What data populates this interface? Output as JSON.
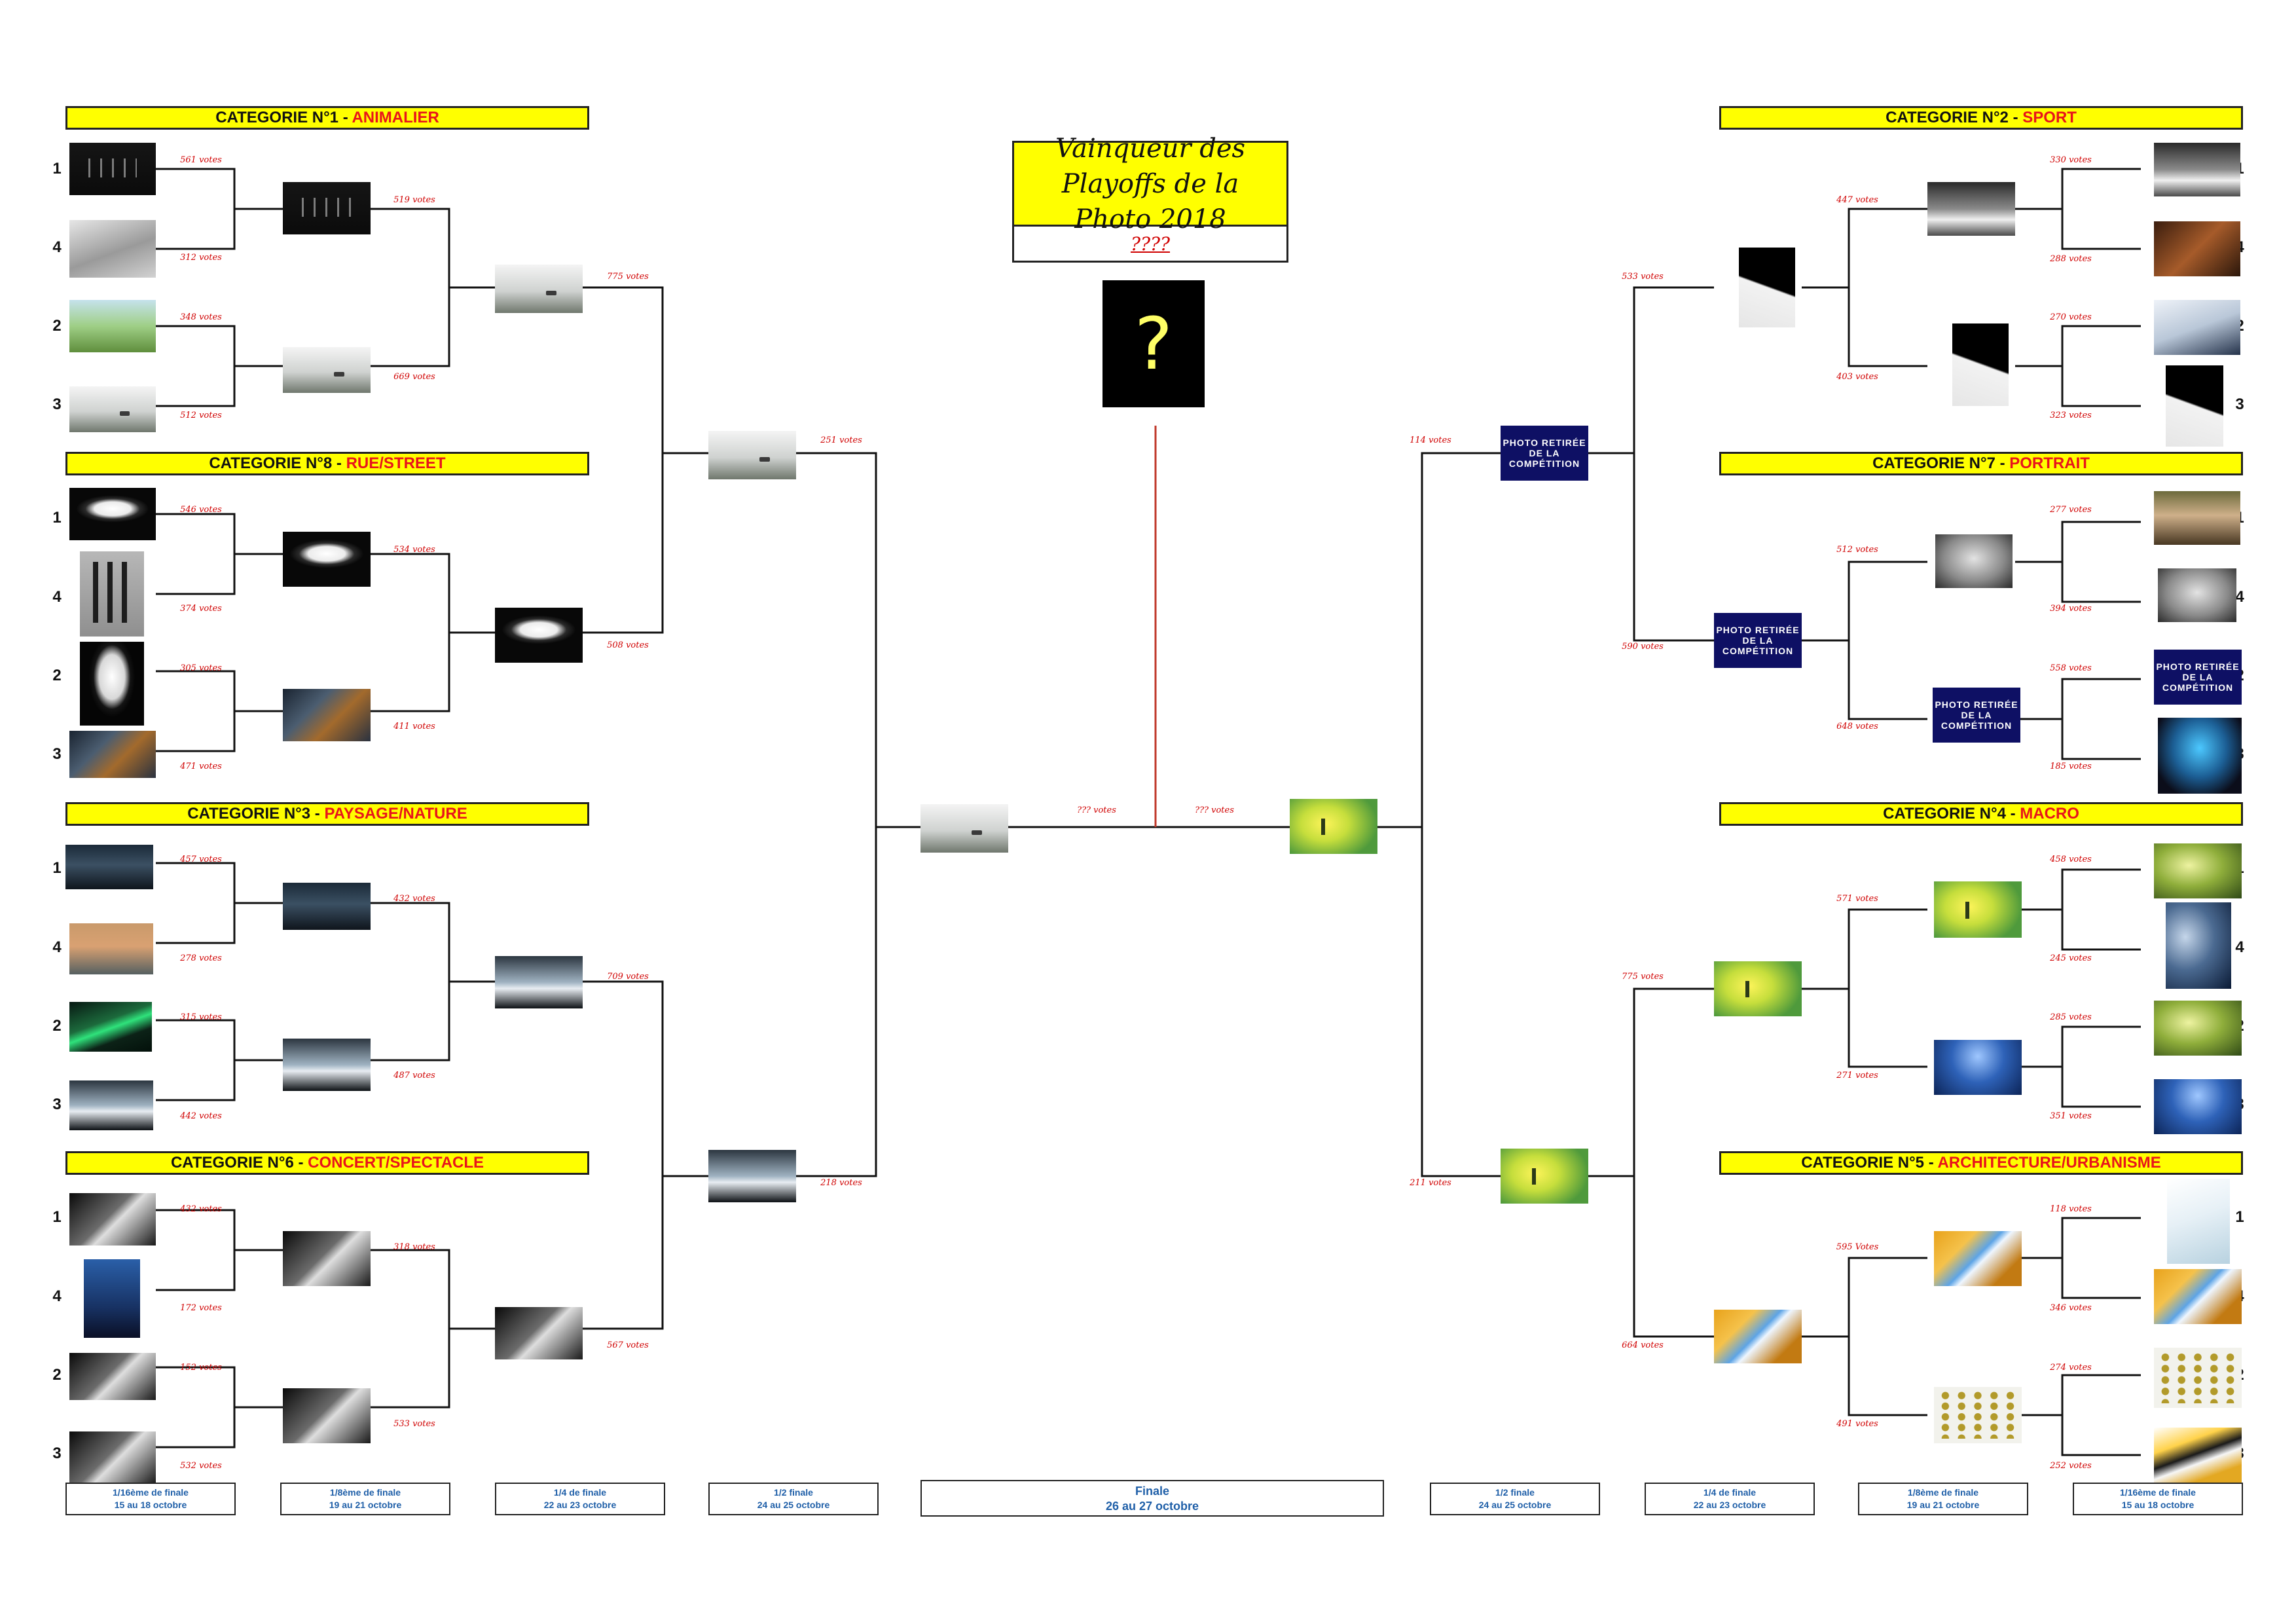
{
  "winner": {
    "title": "Vainqueur des Playoffs de la Photo 2018",
    "name": "????",
    "photo_glyph": "?"
  },
  "categories": [
    {
      "prefix": "CATEGORIE N°1 - ",
      "name": "ANIMALIER"
    },
    {
      "prefix": "CATEGORIE N°8 - ",
      "name": "RUE/STREET"
    },
    {
      "prefix": "CATEGORIE N°3 - ",
      "name": "PAYSAGE/NATURE"
    },
    {
      "prefix": "CATEGORIE N°6 - ",
      "name": "CONCERT/SPECTACLE"
    },
    {
      "prefix": "CATEGORIE N°2 - ",
      "name": "SPORT"
    },
    {
      "prefix": "CATEGORIE N°7 - ",
      "name": "PORTRAIT"
    },
    {
      "prefix": "CATEGORIE N°4 - ",
      "name": "MACRO"
    },
    {
      "prefix": "CATEGORIE N°5 - ",
      "name": "ARCHITECTURE/URBANISME"
    }
  ],
  "seeds": [
    "1",
    "4",
    "2",
    "3"
  ],
  "withdrawn_label": "PHOTO RETIRÉE DE LA COMPÉTITION",
  "rounds": {
    "r16": {
      "name": "1/16ème de finale",
      "dates": "15 au 18 octobre"
    },
    "r8": {
      "name": "1/8ème de finale",
      "dates": "19 au 21 octobre"
    },
    "qf": {
      "name": "1/4 de finale",
      "dates": "22 au 23 octobre"
    },
    "sf": {
      "name": "1/2 finale",
      "dates": "24 au 25 octobre"
    },
    "final": {
      "name": "Finale",
      "dates": "26 au 27 octobre"
    }
  },
  "votes": {
    "l_c1_r16": [
      "561 votes",
      "312 votes",
      "348 votes",
      "512 votes"
    ],
    "l_c1_r8": [
      "519 votes",
      "669 votes"
    ],
    "l_c8_r16": [
      "546 votes",
      "374 votes",
      "305 votes",
      "471 votes"
    ],
    "l_c8_r8": [
      "534 votes",
      "411 votes"
    ],
    "l_c3_r16": [
      "457 votes",
      "278 votes",
      "315 votes",
      "442 votes"
    ],
    "l_c3_r8": [
      "432 votes",
      "487 votes"
    ],
    "l_c6_r16": [
      "432 votes",
      "172 votes",
      "152 votes",
      "532 votes"
    ],
    "l_c6_r8": [
      "318 votes",
      "533 votes"
    ],
    "l_qf": [
      "775 votes",
      "508 votes",
      "709 votes",
      "567 votes"
    ],
    "l_sf": [
      "251 votes",
      "218 votes"
    ],
    "r_c2_r16": [
      "330 votes",
      "288 votes",
      "270 votes",
      "323 votes"
    ],
    "r_c2_r8": [
      "447 votes",
      "403 votes"
    ],
    "r_c7_r16": [
      "277 votes",
      "394 votes",
      "558 votes",
      "185 votes"
    ],
    "r_c7_r8": [
      "512 votes",
      "648 votes"
    ],
    "r_c4_r16": [
      "458 votes",
      "245 votes",
      "285 votes",
      "351 votes"
    ],
    "r_c4_r8": [
      "571 votes",
      "271 votes"
    ],
    "r_c5_r16": [
      "118 votes",
      "346 votes",
      "274 votes",
      "252 votes"
    ],
    "r_c5_r8": [
      "595 Votes",
      "491 votes"
    ],
    "r_qf": [
      "533 votes",
      "590 votes",
      "775 votes",
      "664 votes"
    ],
    "r_sf": [
      "114 votes",
      "211 votes"
    ],
    "final": [
      "??? votes",
      "??? votes"
    ]
  }
}
